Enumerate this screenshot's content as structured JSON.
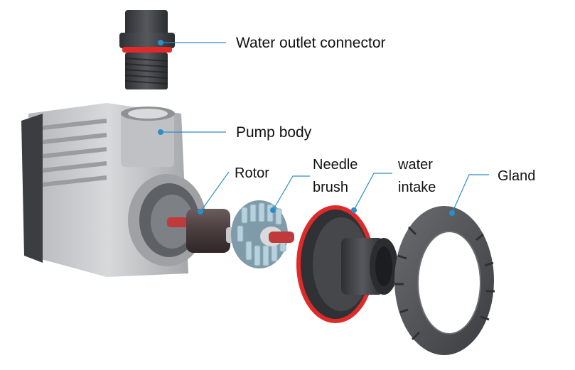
{
  "labels": {
    "outlet": "Water outlet connector",
    "body": "Pump body",
    "rotor": "Rotor",
    "needle": [
      "Needle",
      "brush"
    ],
    "intake": [
      "water",
      "intake"
    ],
    "gland": "Gland"
  },
  "colors": {
    "leader": "#2a8fc9",
    "dot": "#2a8fc9",
    "seal": "#e02a2a",
    "body_light": "#c9cacc",
    "body_dark": "#3b3d41",
    "rotor": "#4a3d3e",
    "shaft": "#c0393b",
    "brush": "#a9c8d6",
    "part_dark": "#3f4145"
  }
}
